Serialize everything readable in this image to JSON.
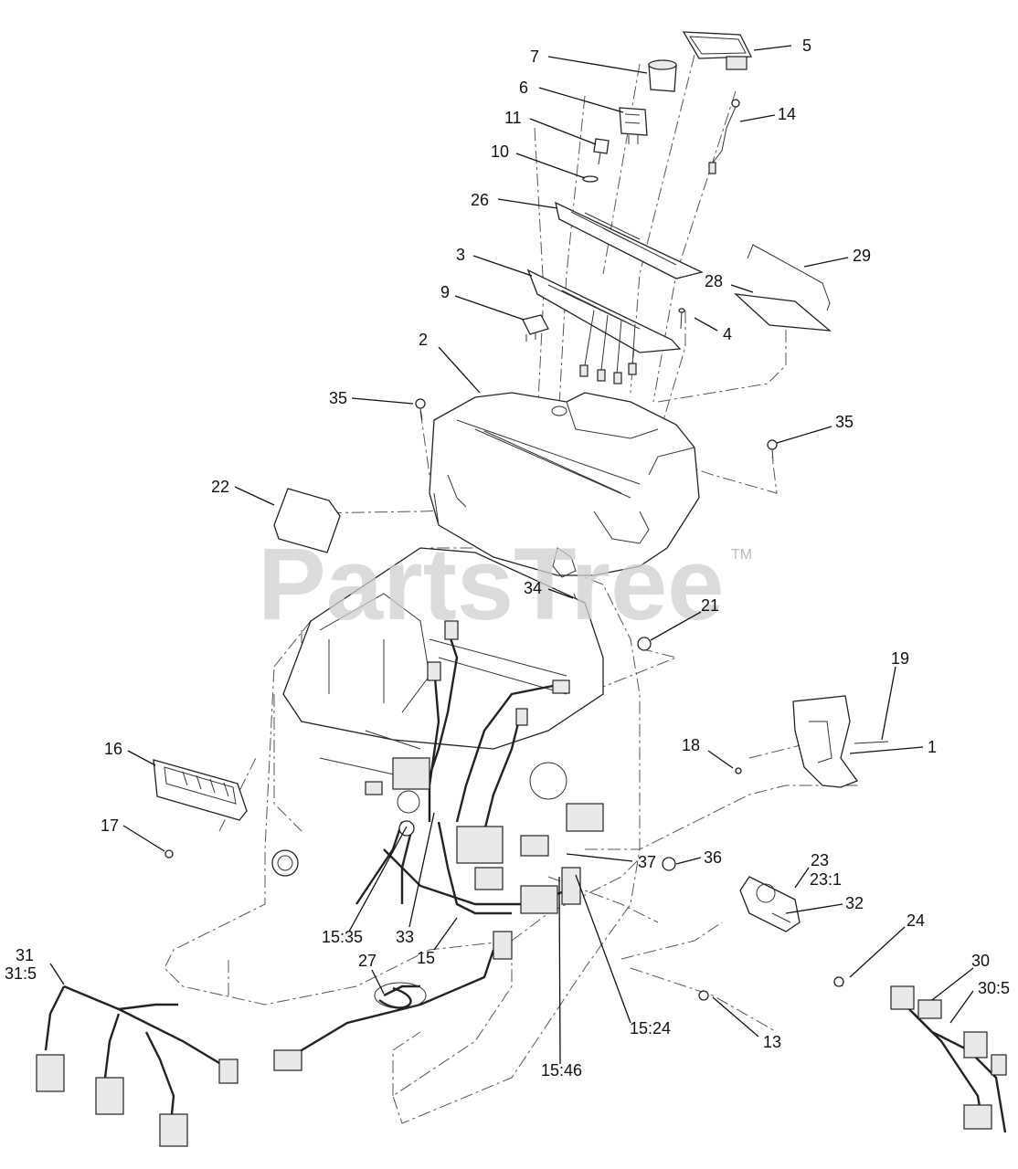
{
  "watermark": {
    "text": "PartsTree",
    "trademark": "TM"
  },
  "callouts": {
    "c1": "1",
    "c2": "2",
    "c3": "3",
    "c4": "4",
    "c5": "5",
    "c6": "6",
    "c7": "7",
    "c9": "9",
    "c10": "10",
    "c11": "11",
    "c13": "13",
    "c14": "14",
    "c15": "15",
    "c15_24": "15:24",
    "c15_35": "15:35",
    "c15_46": "15:46",
    "c16": "16",
    "c17": "17",
    "c18": "18",
    "c19": "19",
    "c21": "21",
    "c22": "22",
    "c23": "23",
    "c23_1": "23:1",
    "c24": "24",
    "c26": "26",
    "c27": "27",
    "c28": "28",
    "c29": "29",
    "c30": "30",
    "c30_5": "30:5",
    "c31": "31",
    "c31_5": "31:5",
    "c32": "32",
    "c33": "33",
    "c34": "34",
    "c35a": "35",
    "c35b": "35",
    "c36": "36",
    "c37": "37"
  }
}
